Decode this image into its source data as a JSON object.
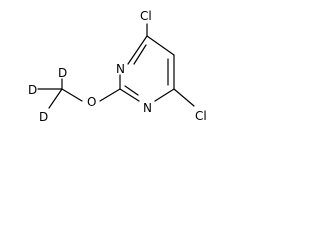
{
  "structure": {
    "atoms": [
      {
        "id": "cl_top",
        "label": "Cl"
      },
      {
        "id": "n_upper",
        "label": "N"
      },
      {
        "id": "n_lower",
        "label": "N"
      },
      {
        "id": "cl_bottom",
        "label": "Cl"
      },
      {
        "id": "o",
        "label": "O"
      },
      {
        "id": "d_upper",
        "label": "D"
      },
      {
        "id": "d_left",
        "label": "D"
      },
      {
        "id": "d_lower",
        "label": "D"
      }
    ]
  }
}
